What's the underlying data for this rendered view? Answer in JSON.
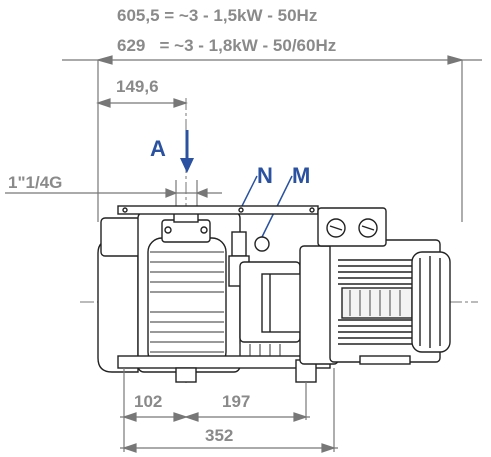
{
  "header": {
    "line1": "605,5 = ~3 - 1,5kW - 50Hz",
    "line2": "629   = ~3 - 1,8kW - 50/60Hz"
  },
  "dimensions": {
    "inlet_offset": "149,6",
    "inlet_thread": "1\"1/4G",
    "foot_left": "102",
    "foot_spacing": "197",
    "foot_total": "352"
  },
  "labels": {
    "arrow": "A",
    "n": "N",
    "m": "M"
  },
  "colors": {
    "dimension_text": "#8a8a8a",
    "label_text": "#2a52a0",
    "line": "#777777",
    "drawing": "#222222"
  }
}
